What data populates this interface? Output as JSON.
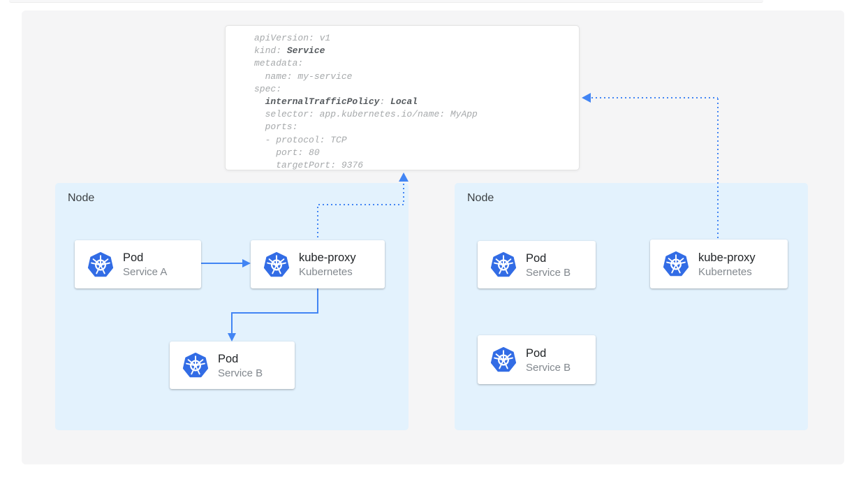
{
  "palette": {
    "accent": "#4285f4",
    "k8s_blue": "#326ce5",
    "node_bg": "#e3f2fd",
    "canvas_bg": "#f5f5f6"
  },
  "yaml_card": {
    "lines": [
      [
        {
          "text": "apiVersion: v1",
          "bold": false
        }
      ],
      [
        {
          "text": "kind: ",
          "bold": false
        },
        {
          "text": "Service",
          "bold": true
        }
      ],
      [
        {
          "text": "metadata:",
          "bold": false
        }
      ],
      [
        {
          "text": "  name: my-service",
          "bold": false
        }
      ],
      [
        {
          "text": "spec:",
          "bold": false
        }
      ],
      [
        {
          "text": "  ",
          "bold": false
        },
        {
          "text": "internalTrafficPolicy",
          "bold": true
        },
        {
          "text": ": ",
          "bold": false
        },
        {
          "text": "Local",
          "bold": true
        }
      ],
      [
        {
          "text": "  selector: app.kubernetes.io/name: MyApp",
          "bold": false
        }
      ],
      [
        {
          "text": "  ports:",
          "bold": false
        }
      ],
      [
        {
          "text": "  - protocol: TCP",
          "bold": false
        }
      ],
      [
        {
          "text": "    port: 80",
          "bold": false
        }
      ],
      [
        {
          "text": "    targetPort: 9376",
          "bold": false
        }
      ]
    ]
  },
  "nodes": [
    {
      "label": "Node",
      "cards": [
        {
          "title": "Pod",
          "subtitle": "Service A"
        },
        {
          "title": "kube-proxy",
          "subtitle": "Kubernetes"
        },
        {
          "title": "Pod",
          "subtitle": "Service B"
        }
      ]
    },
    {
      "label": "Node",
      "cards": [
        {
          "title": "Pod",
          "subtitle": "Service B"
        },
        {
          "title": "kube-proxy",
          "subtitle": "Kubernetes"
        },
        {
          "title": "Pod",
          "subtitle": "Service B"
        }
      ]
    }
  ]
}
